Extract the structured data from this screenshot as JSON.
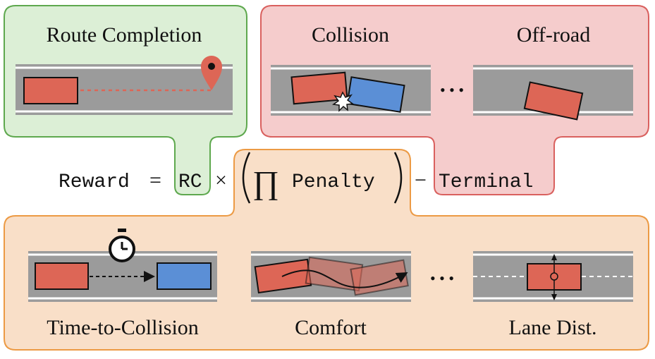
{
  "route_panel": {
    "title": "Route Completion"
  },
  "terminal_panel": {
    "collision_label": "Collision",
    "offroad_label": "Off-road"
  },
  "formula": {
    "reward": "Reward",
    "equals": "=",
    "rc": "RC",
    "times": "×",
    "product": "∏",
    "penalty": "Penalty",
    "minus": "−",
    "terminal": "Terminal"
  },
  "penalty_panel": {
    "ttc_label": "Time-to-Collision",
    "comfort_label": "Comfort",
    "lane_label": "Lane Dist."
  },
  "ellipsis": "• • •",
  "colors": {
    "green_fill": "#dcefd6",
    "green_stroke": "#5ea84e",
    "red_fill": "#f5cccc",
    "red_stroke": "#d9605e",
    "orange_fill": "#f9dfc8",
    "orange_stroke": "#ec9a44",
    "road": "#9b9b9b",
    "car_red": "#dd6656",
    "car_blue": "#5b8fd6"
  }
}
